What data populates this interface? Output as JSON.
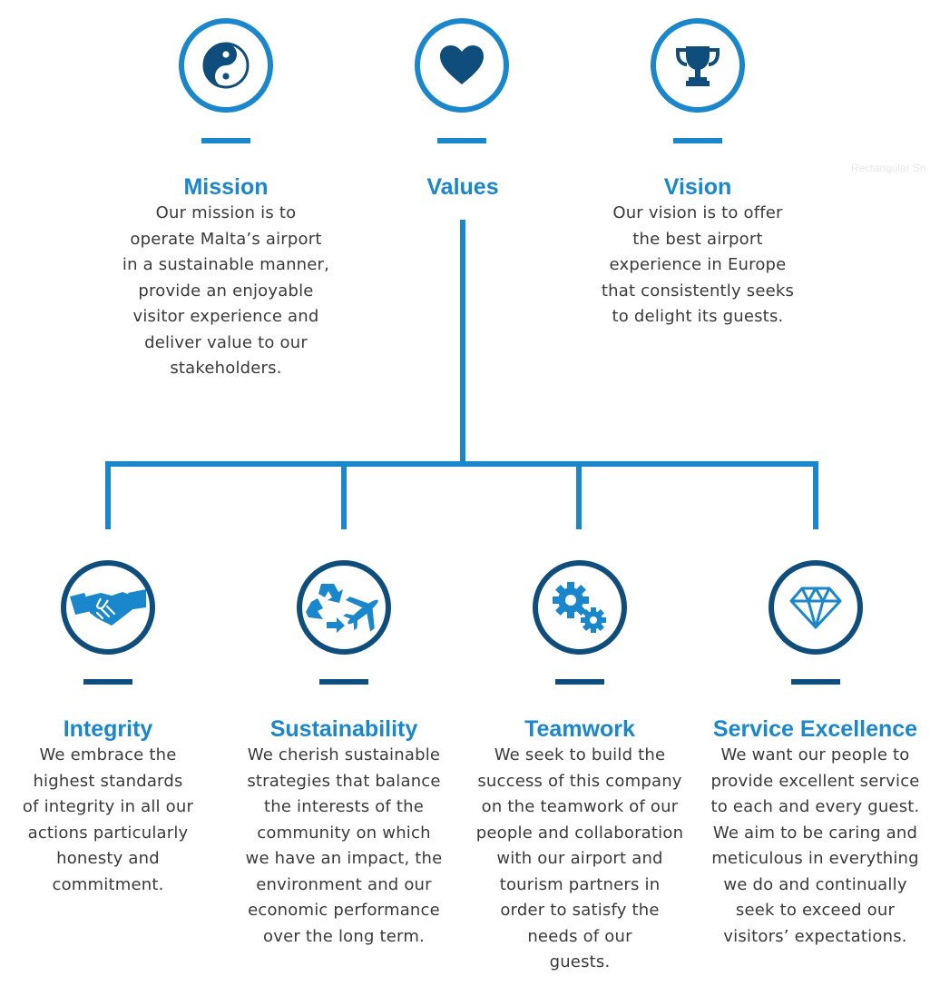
{
  "colors": {
    "accent": "#1a86cc",
    "dark": "#0f4e7c",
    "text": "#3a3a3a"
  },
  "ghost_label": "Rectangular Sn",
  "top": [
    {
      "icon": "yin-yang-icon",
      "title": "Mission",
      "text": "Our mission is to\noperate Malta’s airport\nin a sustainable manner,\nprovide an enjoyable\nvisitor experience and\ndeliver value to our\nstakeholders."
    },
    {
      "icon": "heart-icon",
      "title": "Values",
      "text": ""
    },
    {
      "icon": "trophy-icon",
      "title": "Vision",
      "text": "Our vision is to offer\nthe best airport\nexperience in Europe\nthat consistently seeks\nto delight its guests."
    }
  ],
  "values": [
    {
      "icon": "handshake-icon",
      "title": "Integrity",
      "text": "We embrace the\nhighest standards\nof integrity in all our\nactions particularly\nhonesty and\ncommitment."
    },
    {
      "icon": "recycle-airplane-icon",
      "title": "Sustainability",
      "text": "We cherish sustainable\nstrategies that balance\nthe interests of the\ncommunity on which\nwe have an impact, the\nenvironment and our\neconomic performance\nover the long term."
    },
    {
      "icon": "gears-icon",
      "title": "Teamwork",
      "text": "We seek to build the\nsuccess of this company\non the teamwork of our\npeople and collaboration\nwith our airport and\ntourism partners in\norder to satisfy the\nneeds of our\nguests."
    },
    {
      "icon": "diamond-icon",
      "title": "Service Excellence",
      "text": "We want our people to\nprovide excellent service\nto each and every guest.\nWe aim to be caring and\nmeticulous in everything\nwe do and continually\nseek to exceed our\nvisitors’ expectations."
    }
  ]
}
